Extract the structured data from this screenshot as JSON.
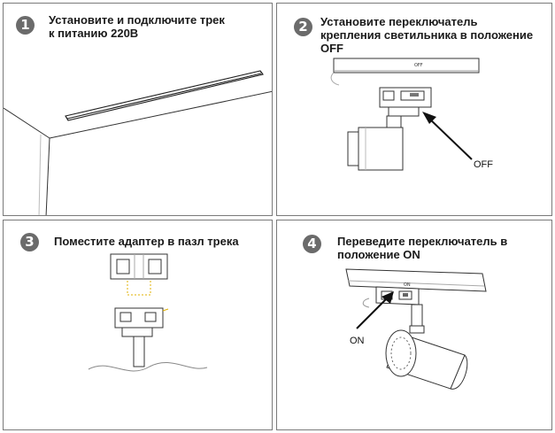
{
  "steps": [
    {
      "number": "1",
      "text_line1": "Установите и подключите трек",
      "text_line2": "к питанию 220В"
    },
    {
      "number": "2",
      "text_line1": "Установите переключатель",
      "text_line2": "крепления светильника в положение",
      "text_line3": "OFF"
    },
    {
      "number": "3",
      "text_line1": "Поместите адаптер в пазл трека"
    },
    {
      "number": "4",
      "text_line1": "Переведите переключатель в",
      "text_line2": "положение ON"
    }
  ],
  "labels": {
    "off_track": "OFF",
    "off_arrow": "OFF",
    "on_switch": "ON",
    "on_arrow": "ON"
  },
  "colors": {
    "border": "#7a7a7a",
    "badge": "#6b6b6b",
    "line": "#444444",
    "text": "#1a1a1a"
  }
}
